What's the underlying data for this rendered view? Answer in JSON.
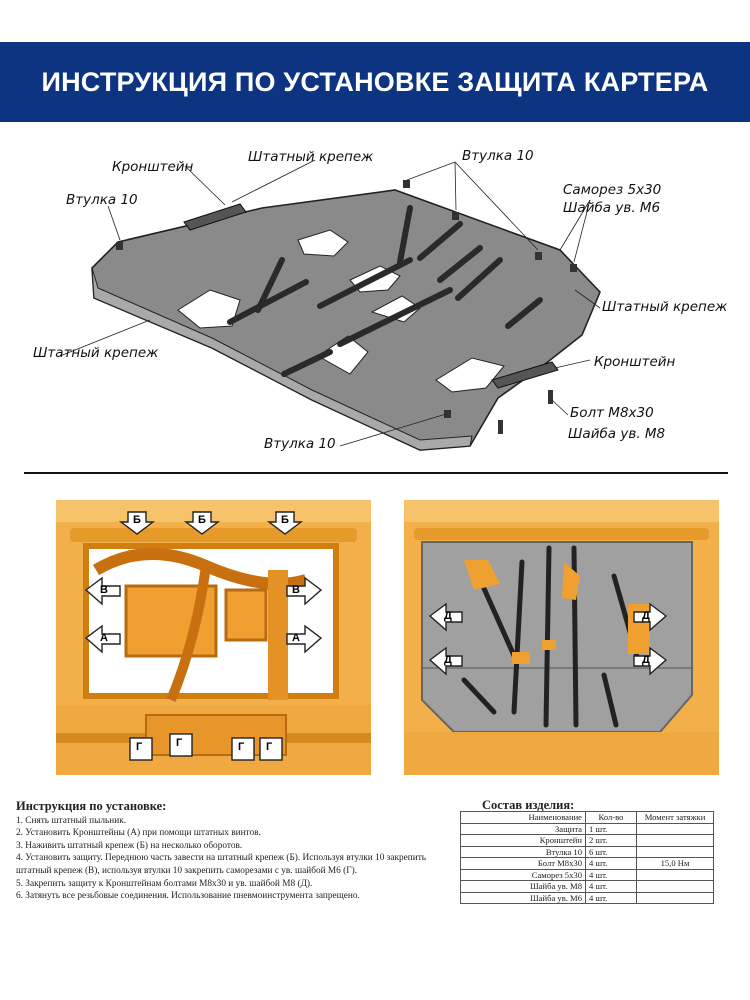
{
  "header": {
    "title": "ИНСТРУКЦИЯ ПО УСТАНОВКЕ ЗАЩИТА КАРТЕРА"
  },
  "diagram": {
    "labels": {
      "kronshtein_top": "Кронштейн",
      "shtatny_top": "Штатный крепеж",
      "vtulka_top": "Втулка 10",
      "vtulka_left": "Втулка 10",
      "samorez": "Саморез 5х30",
      "shaiba_m6": "Шайба ув. М6",
      "shtatny_right": "Штатный крепеж",
      "shtatny_left": "Штатный крепеж",
      "kronshtein_right": "Кронштейн",
      "bolt": "Болт М8х30",
      "shaiba_m8": "Шайба ув. М8",
      "vtulka_bottom": "Втулка 10"
    }
  },
  "photos": {
    "left_markers": {
      "b": "Б",
      "v": "В",
      "a": "А",
      "g": "Г"
    },
    "right_markers": {
      "d": "Д"
    }
  },
  "instructions": {
    "title": "Инструкция по установке:",
    "steps": [
      "1. Снять штатный пыльник.",
      "2. Установить Кронштейны (А) при помощи штатных винтов.",
      "3. Наживить штатный крепеж (Б) на несколько оборотов.",
      "4. Установить защиту. Переднюю часть завести на штатный крепеж (Б). Используя втулки 10 закрепить штатный крепеж (В), используя втулки 10 закрепить саморезами с ув. шайбой М6 (Г).",
      "5. Закрепить защиту к Кронштейнам болтами М8х30 и ув. шайбой М8 (Д).",
      "6. Затянуть все резьбовые соединения. Использование пневмоинструмента запрещено."
    ]
  },
  "parts": {
    "title": "Состав изделия:",
    "headers": [
      "Наименование",
      "Кол-во",
      "Момент затяжки"
    ],
    "rows": [
      [
        "Защита",
        "1 шт.",
        ""
      ],
      [
        "Кронштейн",
        "2 шт.",
        ""
      ],
      [
        "Втулка 10",
        "6 шт.",
        ""
      ],
      [
        "Болт М8х30",
        "4 шт.",
        "15,0 Нм"
      ],
      [
        "Саморез 5х30",
        "4 шт.",
        ""
      ],
      [
        "Шайба ув. М8",
        "4 шт.",
        ""
      ],
      [
        "Шайба ув. М6",
        "4 шт.",
        ""
      ]
    ]
  }
}
